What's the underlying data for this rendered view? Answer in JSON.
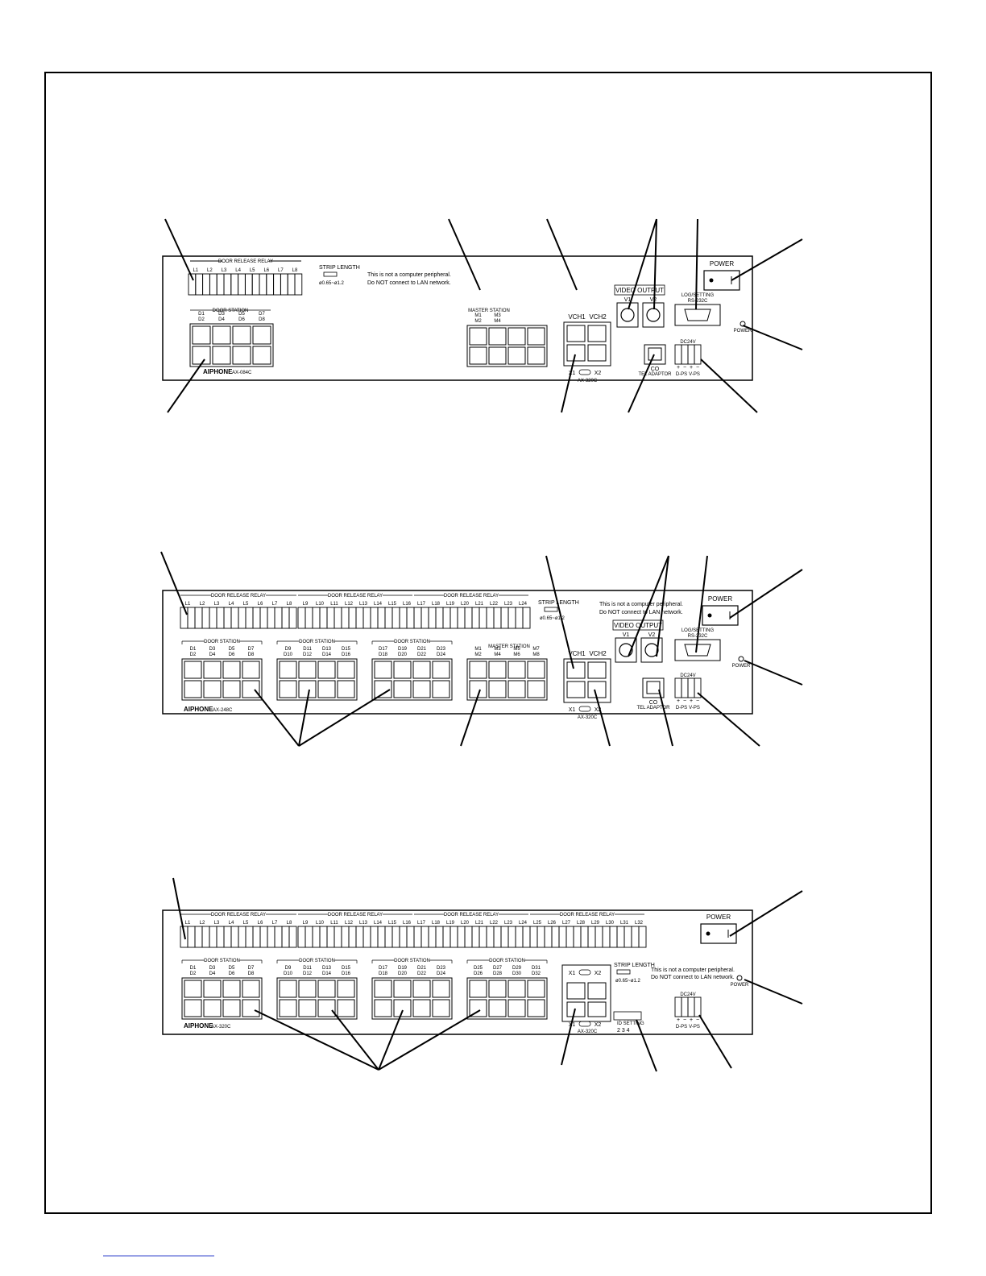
{
  "panel1": {
    "model": "AX-084C",
    "relay_title": "DOOR RELEASE RELAY",
    "relay_labels": [
      "L1",
      "L2",
      "L3",
      "L4",
      "L5",
      "L6",
      "L7",
      "L8"
    ],
    "strip_title": "STRIP LENGTH",
    "strip_range": "ø0.65~ø1.2",
    "notice_line1": "This is not a computer peripheral.",
    "notice_line2": "Do NOT connect to LAN network.",
    "door_title": "DOOR STATION",
    "door_labels_top": [
      "D1",
      "D3",
      "D5",
      "D7"
    ],
    "door_labels_bot": [
      "D2",
      "D4",
      "D6",
      "D8"
    ],
    "master_title": "MASTER STATION",
    "master_labels_top": [
      "M1",
      "M3"
    ],
    "master_labels_bot": [
      "M2",
      "M4"
    ],
    "vch1": "VCH1",
    "vch2": "VCH2",
    "x1": "X1",
    "x2": "X2",
    "ax320c": "AX-320C",
    "video_title": "VIDEO OUTPUT",
    "v1": "V1",
    "v2": "V2",
    "log_title": "LOG/SETTING",
    "rs232c": "RS-232C",
    "power": "POWER",
    "power_led": "POWER",
    "co": "CO",
    "tel_adaptor": "TEL ADAPTOR",
    "dc24v": "DC24V",
    "dps": "D-PS",
    "vps": "V-PS"
  },
  "panel2": {
    "model": "AX-248C",
    "relay_title": "DOOR RELEASE RELAY",
    "relay_labels": [
      "L1",
      "L2",
      "L3",
      "L4",
      "L5",
      "L6",
      "L7",
      "L8",
      "L9",
      "L10",
      "L11",
      "L12",
      "L13",
      "L14",
      "L15",
      "L16",
      "L17",
      "L18",
      "L19",
      "L20",
      "L21",
      "L22",
      "L23",
      "L24"
    ],
    "strip_title": "STRIP LENGTH",
    "strip_range": "ø0.65~ø1.2",
    "notice_line1": "This is not a computer peripheral.",
    "notice_line2": "Do NOT connect to LAN network.",
    "door_title": "DOOR STATION",
    "door_groups": [
      {
        "top": [
          "D1",
          "D3",
          "D5",
          "D7"
        ],
        "bot": [
          "D2",
          "D4",
          "D6",
          "D8"
        ]
      },
      {
        "top": [
          "D9",
          "D11",
          "D13",
          "D15"
        ],
        "bot": [
          "D10",
          "D12",
          "D14",
          "D16"
        ]
      },
      {
        "top": [
          "D17",
          "D19",
          "D21",
          "D23"
        ],
        "bot": [
          "D18",
          "D20",
          "D22",
          "D24"
        ]
      }
    ],
    "master_title": "MASTER STATION",
    "master_labels_top": [
      "M1",
      "M3",
      "M5",
      "M7"
    ],
    "master_labels_bot": [
      "M2",
      "M4",
      "M6",
      "M8"
    ],
    "vch1": "VCH1",
    "vch2": "VCH2",
    "x1": "X1",
    "x2": "X2",
    "ax320c": "AX-320C",
    "video_title": "VIDEO OUTPUT",
    "v1": "V1",
    "v2": "V2",
    "log_title": "LOG/SETTING",
    "rs232c": "RS-232C",
    "power": "POWER",
    "power_led": "POWER",
    "co": "CO",
    "tel_adaptor": "TEL ADAPTOR",
    "dc24v": "DC24V",
    "dps": "D-PS",
    "vps": "V-PS"
  },
  "panel3": {
    "model": "AX-320C",
    "relay_title": "DOOR RELEASE RELAY",
    "relay_labels": [
      "L1",
      "L2",
      "L3",
      "L4",
      "L5",
      "L6",
      "L7",
      "L8",
      "L9",
      "L10",
      "L11",
      "L12",
      "L13",
      "L14",
      "L15",
      "L16",
      "L17",
      "L18",
      "L19",
      "L20",
      "L21",
      "L22",
      "L23",
      "L24",
      "L25",
      "L26",
      "L27",
      "L28",
      "L29",
      "L30",
      "L31",
      "L32"
    ],
    "strip_title": "STRIP LENGTH",
    "strip_range": "ø0.65~ø1.2",
    "notice_line1": "This is not a computer peripheral.",
    "notice_line2": "Do NOT connect to LAN network.",
    "door_title": "DOOR STATION",
    "door_groups": [
      {
        "top": [
          "D1",
          "D3",
          "D5",
          "D7"
        ],
        "bot": [
          "D2",
          "D4",
          "D6",
          "D8"
        ]
      },
      {
        "top": [
          "D9",
          "D11",
          "D13",
          "D15"
        ],
        "bot": [
          "D10",
          "D12",
          "D14",
          "D16"
        ]
      },
      {
        "top": [
          "D17",
          "D19",
          "D21",
          "D23"
        ],
        "bot": [
          "D18",
          "D20",
          "D22",
          "D24"
        ]
      },
      {
        "top": [
          "D25",
          "D27",
          "D29",
          "D31"
        ],
        "bot": [
          "D26",
          "D28",
          "D30",
          "D32"
        ]
      }
    ],
    "x1": "X1",
    "x2": "X2",
    "ax320c": "AX-320C",
    "id_setting": "ID SETTING",
    "id_digits": "2  3  4",
    "power": "POWER",
    "power_led": "POWER",
    "dc24v": "DC24V",
    "dps": "D-PS",
    "vps": "V-PS"
  },
  "brand": "AIPHONE"
}
